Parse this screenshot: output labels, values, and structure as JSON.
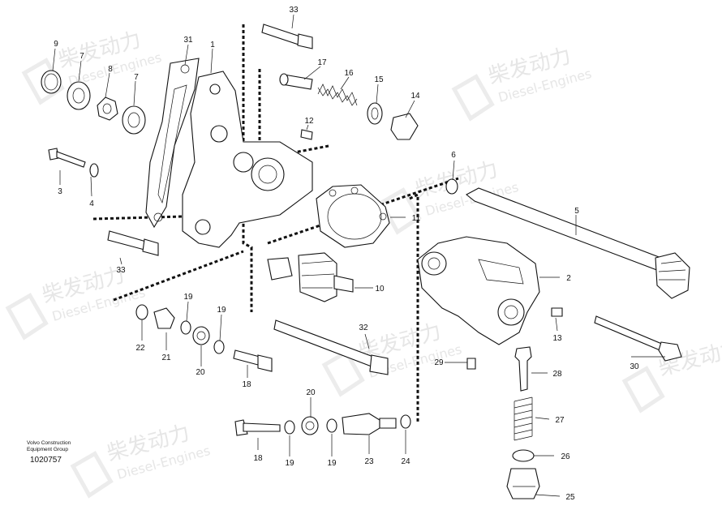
{
  "watermark": {
    "brand_cn": "柴发动力",
    "brand_en": "Diesel-Engines"
  },
  "caption": {
    "line1": "Volvo Construction",
    "line2": "Equipment Group",
    "code": "1020757"
  },
  "callouts": {
    "c1": "1",
    "c2": "2",
    "c3": "3",
    "c4": "4",
    "c5": "5",
    "c6": "6",
    "c7a": "7",
    "c7b": "7",
    "c8": "8",
    "c9": "9",
    "c10": "10",
    "c11": "11",
    "c12": "12",
    "c13": "13",
    "c14": "14",
    "c15": "15",
    "c16": "16",
    "c17": "17",
    "c18a": "18",
    "c18b": "18",
    "c19a": "19",
    "c19b": "19",
    "c19c": "19",
    "c19d": "19",
    "c20a": "20",
    "c20b": "20",
    "c21": "21",
    "c22": "22",
    "c23": "23",
    "c24": "24",
    "c25": "25",
    "c26": "26",
    "c27": "27",
    "c28": "28",
    "c29": "29",
    "c30": "30",
    "c31": "31",
    "c32": "32",
    "c33a": "33",
    "c33b": "33"
  }
}
